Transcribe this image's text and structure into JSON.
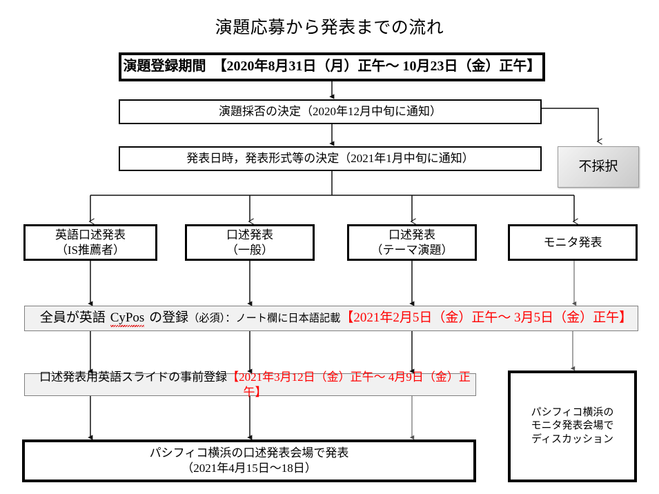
{
  "title": "演題応募から発表までの流れ",
  "boxes": {
    "registration": "演題登録期間　【2020年8月31日（月）正午〜 10月23日（金）正午】",
    "acceptance": "演題採否の決定（2020年12月中旬に通知）",
    "schedule": "発表日時，発表形式等の決定（2021年1月中旬に通知）",
    "rejected": "不採択"
  },
  "presentation_types": [
    {
      "line1": "英語口述発表",
      "line2": "（IS推薦者）"
    },
    {
      "line1": "口述発表",
      "line2": "（一般）"
    },
    {
      "line1": "口述発表",
      "line2": "（テーマ演題）"
    },
    {
      "line1": "モニタ発表",
      "line2": ""
    }
  ],
  "cypos_bar": {
    "part1": "全員が英語 ",
    "cypos": "CyPos",
    "part2": " の登録",
    "required": "（必須）",
    "part3": "：ノート欄に日本語記載",
    "period": "【2021年2月5日（金）正午〜 3月5日（金）正午】"
  },
  "slides_bar": {
    "label": "口述発表用英語スライドの事前登録",
    "period": "【2021年3月12日（金）正午〜 4月9日（金）正午】"
  },
  "final": {
    "oral_line1": "パシフィコ横浜の口述発表会場で発表",
    "oral_line2": "（2021年4月15日〜18日）",
    "monitor_line1": "パシフィコ横浜の",
    "monitor_line2": "モニタ発表会場で",
    "monitor_line3": "ディスカッション"
  },
  "colors": {
    "accent_red": "#ff0000",
    "bar_fill": "#f1f1f1",
    "rejected_fill": "#d8d8d8",
    "stroke": "#000000"
  }
}
